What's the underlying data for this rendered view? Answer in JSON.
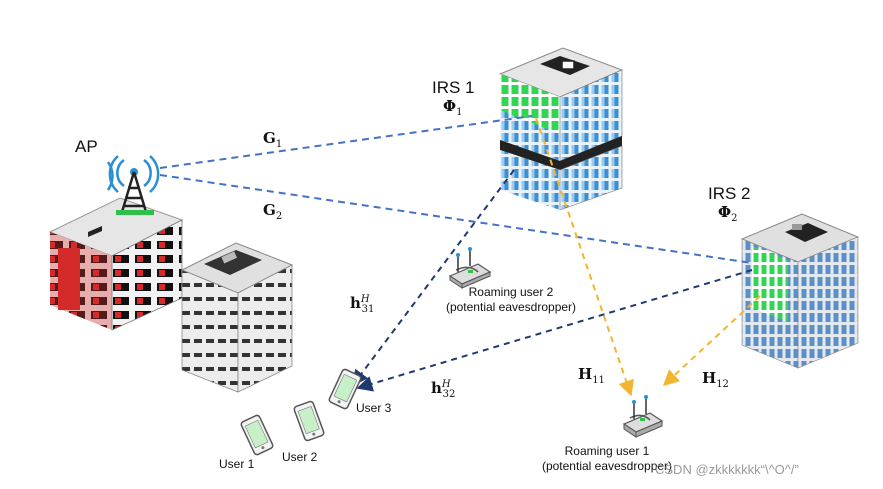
{
  "labels": {
    "ap": "AP",
    "irs1_title": "IRS 1",
    "irs1_phase_base": "Φ",
    "irs1_phase_sub": "1",
    "irs2_title": "IRS 2",
    "irs2_phase_base": "Φ",
    "irs2_phase_sub": "2",
    "user1": "User 1",
    "user2": "User 2",
    "user3": "User 3",
    "roaming1_line1": "Roaming user 1",
    "roaming1_line2": "(potential eavesdropper)",
    "roaming2_line1": "Roaming user 2",
    "roaming2_line2": "(potential eavesdropper)"
  },
  "channels": {
    "g1_base": "G",
    "g1_sub": "1",
    "g2_base": "G",
    "g2_sub": "2",
    "h31_base": "h",
    "h31_sup": "H",
    "h31_sub": "31",
    "h32_base": "h",
    "h32_sup": "H",
    "h32_sub": "32",
    "H11_base": "H",
    "H11_sub": "11",
    "H12_base": "H",
    "H12_sub": "12"
  },
  "watermark": "CSDN @zkkkkkkk“\\^O^/”",
  "colors": {
    "ap_to_irs_link": "#4472c4",
    "irs_to_user_link": "#1f3a6e",
    "irs_to_roaming_link": "#f2b531",
    "irs_green": "#2fd651",
    "glass_blue": "#3b8fd0",
    "ap_building_red": "#d42a2a"
  }
}
